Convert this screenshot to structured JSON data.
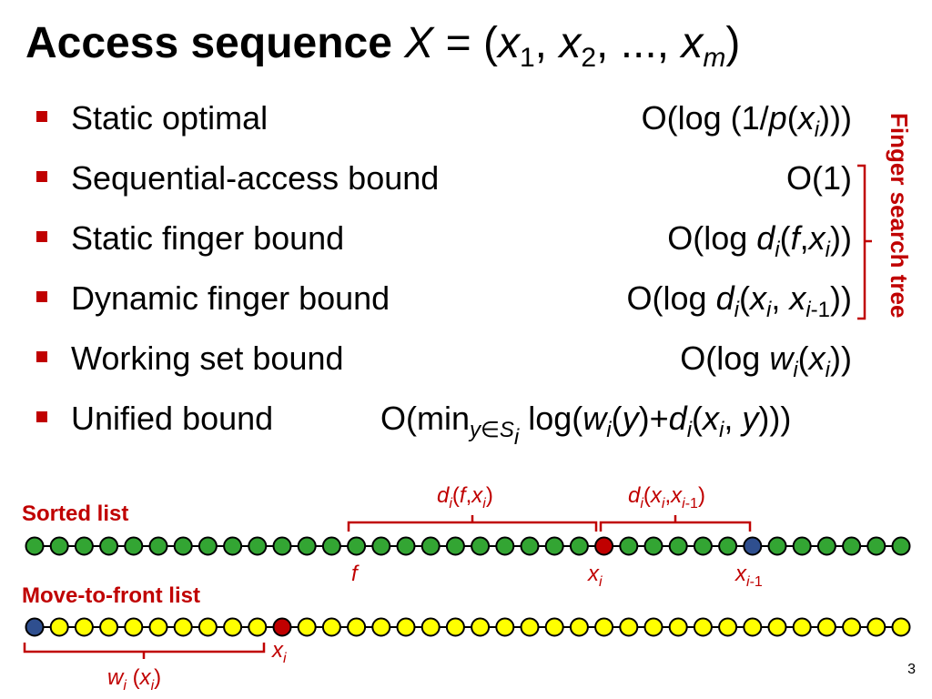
{
  "title": {
    "prefix": "Access sequence",
    "var": "X",
    "eq": " = (",
    "x1": "x",
    "s1": "1",
    "x2": "x",
    "s2": "2",
    "ellipsis": ", ..., ",
    "xm": "x",
    "sm": "m",
    "close": ")"
  },
  "bullets": [
    {
      "label": "Static optimal"
    },
    {
      "label": "Sequential-access bound"
    },
    {
      "label": "Static finger bound"
    },
    {
      "label": "Dynamic finger bound"
    },
    {
      "label": "Working set bound"
    },
    {
      "label": "Unified bound"
    }
  ],
  "bounds": {
    "static_optimal": {
      "a": "O(log (1/",
      "p": "p",
      "b": "(",
      "x": "x",
      "i": "i",
      "c": ")))"
    },
    "sequential": {
      "text": "O(1)"
    },
    "static_finger": {
      "a": "O(log ",
      "d": "d",
      "i": "i",
      "b": "(",
      "f": "f",
      "comma": ",",
      "x": "x",
      "i2": "i",
      "c": "))"
    },
    "dynamic_finger": {
      "a": "O(log ",
      "d": "d",
      "i": "i",
      "b": "(",
      "x": "x",
      "i2": "i",
      "comma": ", ",
      "x2": "x",
      "sub2": "i",
      "sub2b": "-1",
      "c": "))"
    },
    "working_set": {
      "a": "O(log ",
      "w": "w",
      "i": "i",
      "b": "(",
      "x": "x",
      "i2": "i",
      "c": "))"
    },
    "unified": {
      "a": "O(min",
      "sub": "y∈S",
      "subi": "i",
      "b": " log(",
      "w": "w",
      "i": "i",
      "c": "(",
      "y": "y",
      "d1": ")+",
      "d": "d",
      "i2": "i",
      "e": "(",
      "x": "x",
      "i3": "i",
      "f": ", ",
      "y2": "y",
      "g": ")))"
    }
  },
  "finger_search_label": "Finger search tree",
  "diagram": {
    "sorted_list_label": "Sorted list",
    "mtf_list_label": "Move-to-front list",
    "label_di_f_xi": {
      "d": "d",
      "i": "i",
      "a": "(",
      "f": "f",
      "comma": ",",
      "x": "x",
      "i2": "i",
      "b": ")"
    },
    "label_di_xi_xi1": {
      "d": "d",
      "i": "i",
      "a": "(",
      "x": "x",
      "i2": "i",
      "comma": ",",
      "x2": "x",
      "s2": "i",
      "s2b": "-1",
      "b": ")"
    },
    "label_f": "f",
    "label_xi": {
      "x": "x",
      "i": "i"
    },
    "label_xi1": {
      "x": "x",
      "s": "i",
      "sb": "-1"
    },
    "label_xi_mtf": {
      "x": "x",
      "i": "i"
    },
    "label_wi_xi": {
      "w": "w",
      "i": "i",
      "a": " (",
      "x": "x",
      "i2": "i",
      "b": ")"
    },
    "sorted_node_count": 36,
    "sorted_red_index": 23,
    "sorted_blue_index": 29,
    "sorted_f_index": 13,
    "mtf_node_count": 36,
    "mtf_blue_index": 0,
    "mtf_red_index": 10,
    "colors": {
      "green": "#33a533",
      "red": "#c00000",
      "blue": "#2f4f8f",
      "yellow": "#ffff00",
      "accent": "#c00000"
    }
  },
  "page_number": "3"
}
